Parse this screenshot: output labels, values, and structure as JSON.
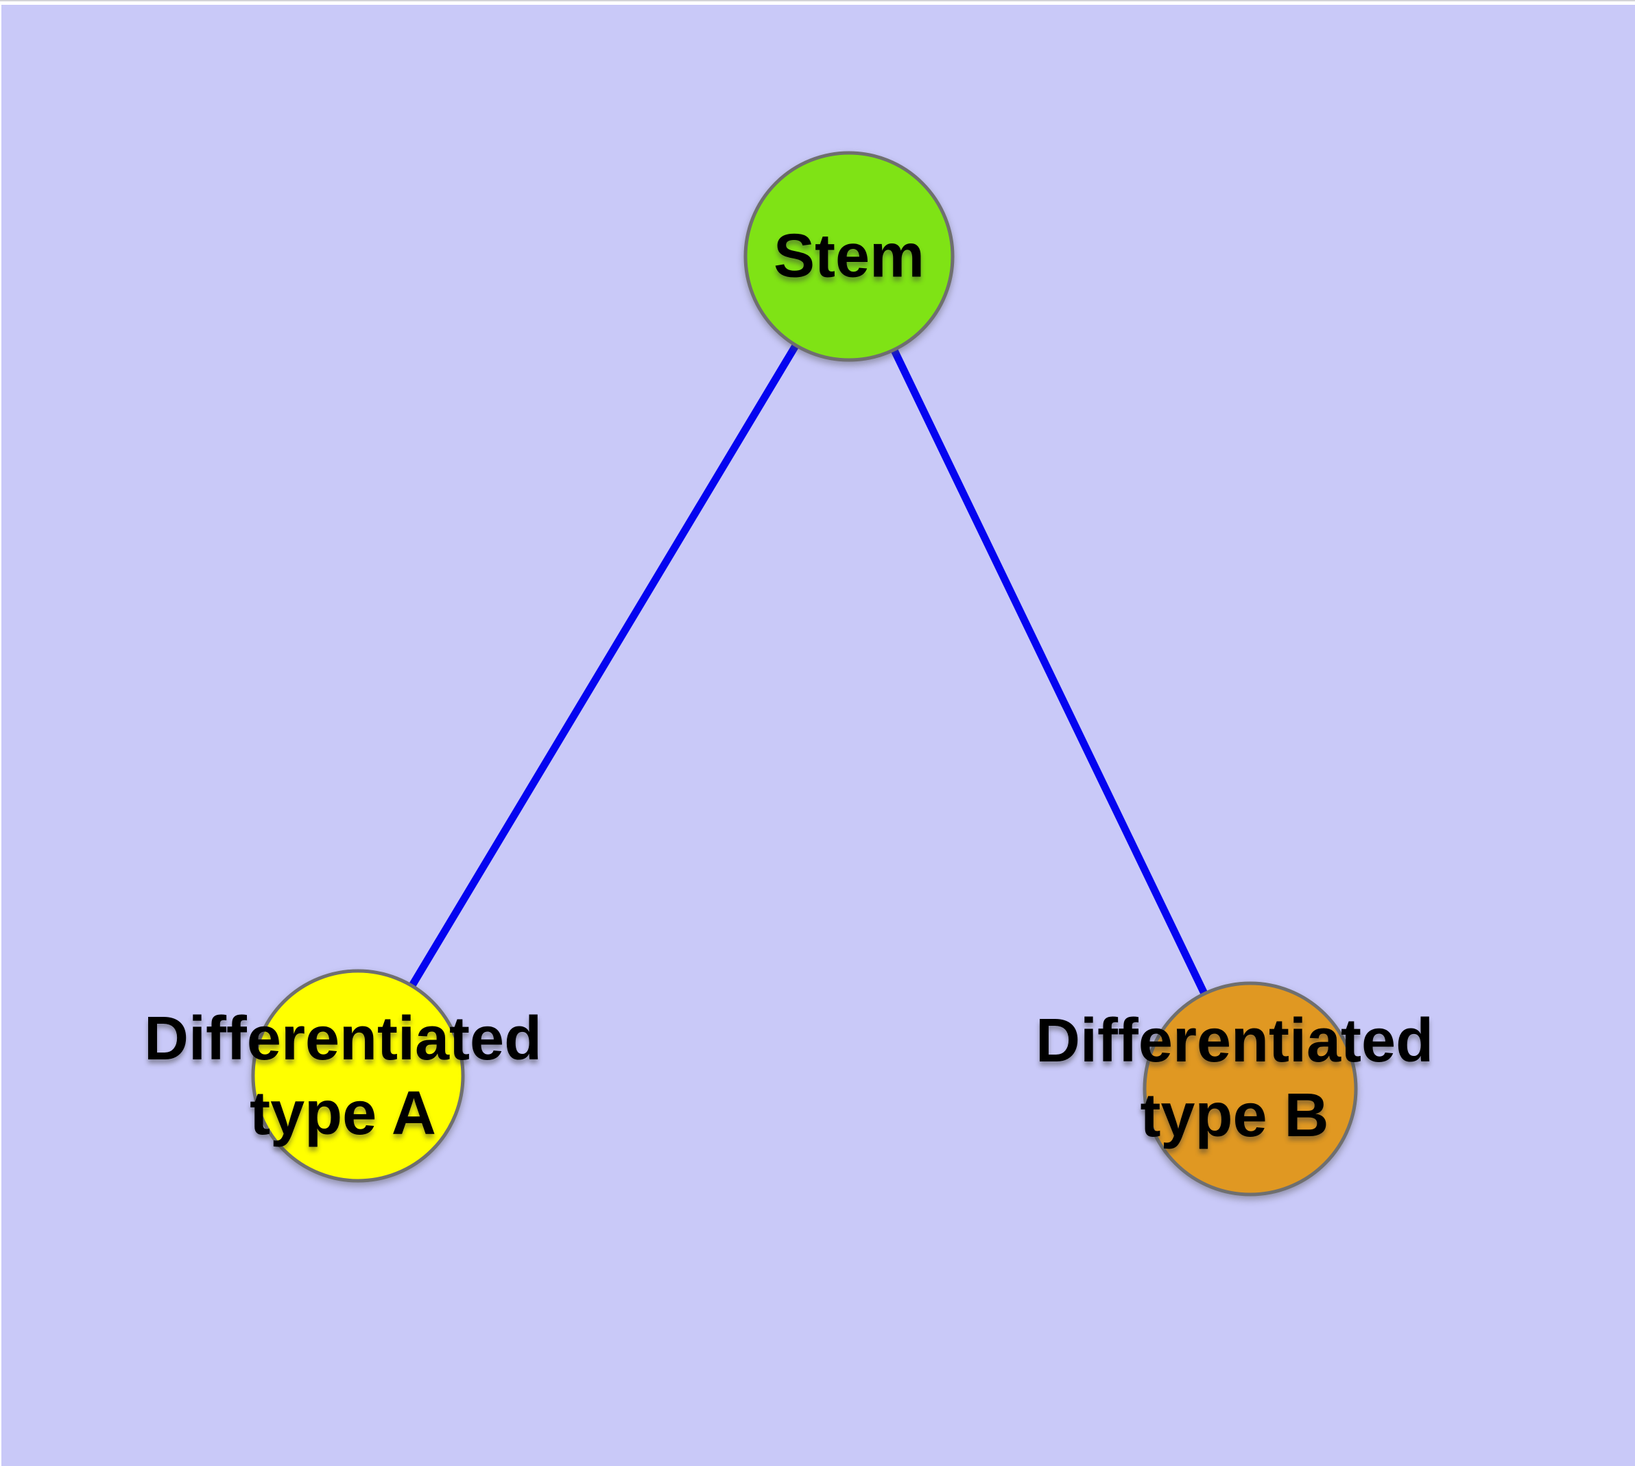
{
  "diagram": {
    "background_color": "#c9c9f8",
    "node_border_color": "#6f6f6f",
    "label_text_color": "#000000",
    "nodes": [
      {
        "id": "stem",
        "label": "Stem",
        "line1": "Stem",
        "shape": "circle",
        "fill": "#7fe315"
      },
      {
        "id": "differentiated-type-a",
        "label": "Differentiated type A",
        "line1": "Differentiated",
        "line2": "type A",
        "shape": "circle",
        "fill": "#ffff00"
      },
      {
        "id": "differentiated-type-b",
        "label": "Differentiated type B",
        "line1": "Differentiated",
        "line2": "type B",
        "shape": "circle",
        "fill": "#e09822"
      }
    ],
    "edges": [
      {
        "from": "stem",
        "to": "differentiated-type-a",
        "color": "#0404f0"
      },
      {
        "from": "stem",
        "to": "differentiated-type-b",
        "color": "#0404f0"
      }
    ]
  }
}
